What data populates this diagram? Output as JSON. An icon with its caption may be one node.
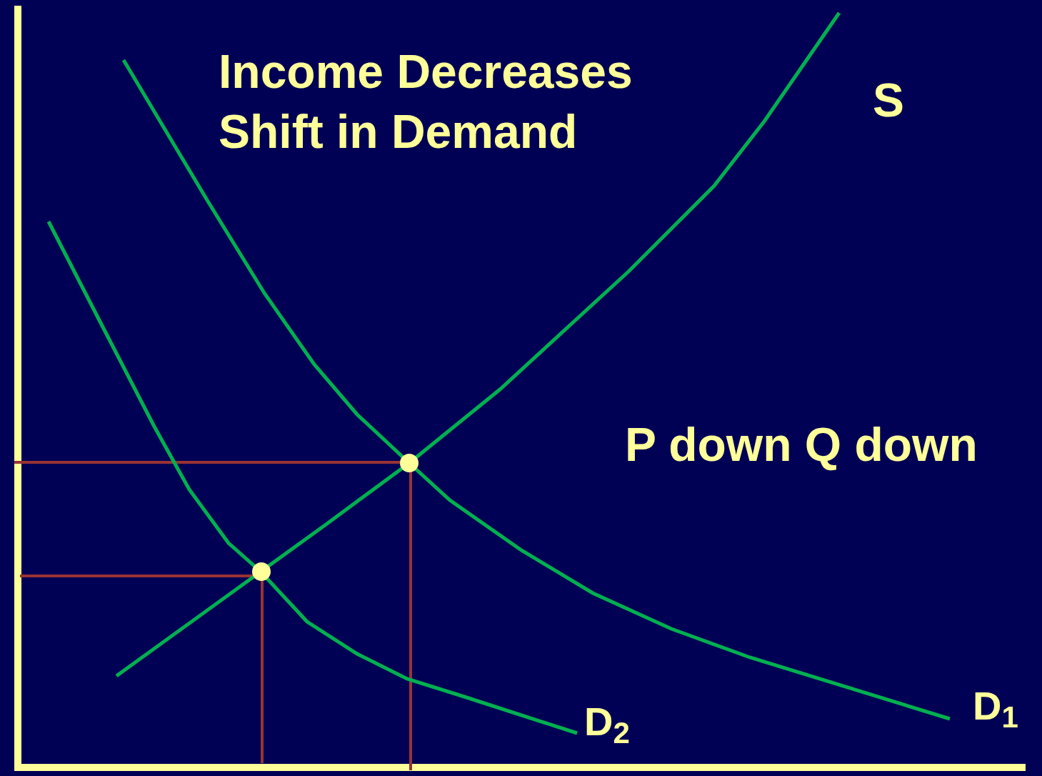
{
  "diagram": {
    "title": "Income Decreases Shift in Demand",
    "labels": [
      "S",
      "P down Q down",
      "D$_{2}$",
      "D$_{1}$"
    ]
  }
}
